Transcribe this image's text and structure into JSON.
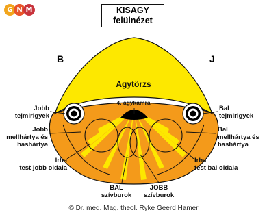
{
  "logo": {
    "letters": [
      "G",
      "N",
      "M"
    ]
  },
  "title": {
    "line1": "KISAGY",
    "line2": "felülnézet"
  },
  "sides": {
    "left": "B",
    "right": "J"
  },
  "center": {
    "brainstem": "Agytörzs",
    "ventricle": "4. agykamra"
  },
  "labels": {
    "left_mammary": "Jobb\ntejmirigyek",
    "left_pleura": "Jobb\nmellhártya és\nhashártya",
    "left_dermis": "Irha\ntest jobb oldala",
    "pericardium_left": "BAL\nszívburok",
    "pericardium_right": "JOBB\nszívburok",
    "right_dermis": "Irha\ntest bal oldala",
    "right_pleura": "Bal\nmellhártya és\nhashártya",
    "right_mammary": "Bal\ntejmirigyek"
  },
  "copyright": "© Dr. med. Mag. theol. Ryke Geerd Hamer",
  "colors": {
    "brainstem_fill": "#fde800",
    "cerebellum_fill": "#f49a1a",
    "ray_fill": "#fde800",
    "outline": "#111111",
    "ventricle": "#000000"
  }
}
